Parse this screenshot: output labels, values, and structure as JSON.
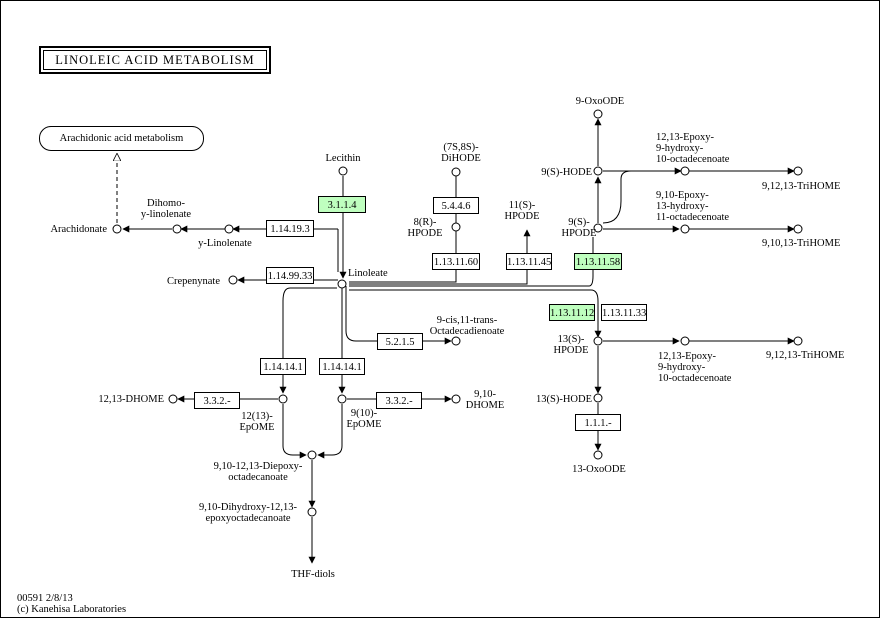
{
  "title": "LINOLEIC ACID METABOLISM",
  "map_link": "Arachidonic acid metabolism",
  "enzymes": {
    "e3114": "3.1.1.4",
    "e114193": "1.14.19.3",
    "e114993": "1.14.99.33",
    "e5446": "5.4.4.6",
    "e113110": "1.13.11.60",
    "e113114": "1.13.11.45",
    "e113115": "1.13.11.58",
    "e113112": "1.13.11.12",
    "e113113": "1.13.11.33",
    "e5215": "5.2.1.5",
    "e114141a": "1.14.14.1",
    "e114141b": "1.14.14.1",
    "e332a": "3.3.2.-",
    "e332b": "3.3.2.-",
    "e111": "1.1.1.-"
  },
  "compounds": {
    "lecithin": "Lecithin",
    "arachidonate": "Arachidonate",
    "dihomo": "Dihomo-\ny-linolenate",
    "glinolenate": "y-Linolenate",
    "crepenynate": "Crepenynate",
    "linoleate": "Linoleate",
    "dihode": "(7S,8S)-\nDiHODE",
    "hpode8": "8(R)-\nHPODE",
    "hpode11": "11(S)-\nHPODE",
    "oxoode9": "9-OxoODE",
    "hode9": "9(S)-HODE",
    "hpode9": "9(S)-\nHPODE",
    "epoxy1": "12,13-Epoxy-\n9-hydroxy-\n10-octadecenoate",
    "trihome1": "9,12,13-TriHOME",
    "epoxy2": "9,10-Epoxy-\n13-hydroxy-\n11-octadecenoate",
    "trihome2": "9,10,13-TriHOME",
    "ciscis": "9-cis,11-trans-\nOctadecadienoate",
    "hpode13": "13(S)-\nHPODE",
    "epoxy3": "12,13-Epoxy-\n9-hydroxy-\n10-octadecenoate",
    "trihome3": "9,12,13-TriHOME",
    "hode13": "13(S)-HODE",
    "oxoode13": "13-OxoODE",
    "dhome1213": "12,13-DHOME",
    "epome12": "12(13)-\nEpOME",
    "epome9": "9(10)-\nEpOME",
    "dhome910": "9,10-\nDHOME",
    "diepoxy": "9,10-12,13-Diepoxy-\noctadecanoate",
    "dihydroxy": "9,10-Dihydroxy-12,13-\nepoxyoctadecanoate",
    "thf": "THF-diols"
  },
  "footer": {
    "id_date": "00591 2/8/13",
    "credit": "(c) Kanehisa Laboratories"
  },
  "colors": {
    "highlight": "#bfffbf",
    "line": "#000000"
  }
}
